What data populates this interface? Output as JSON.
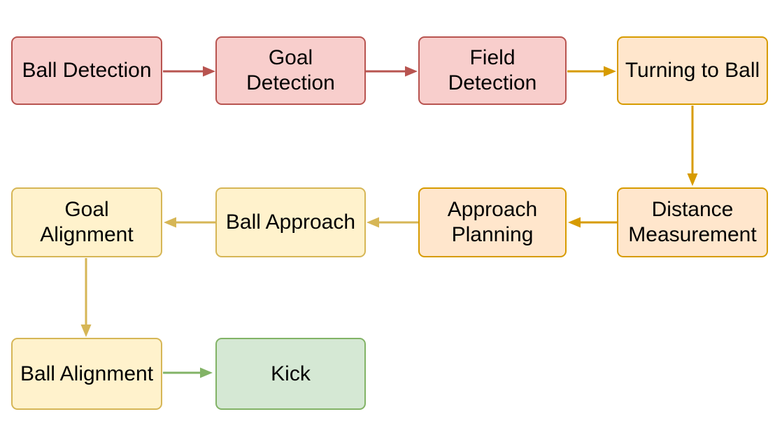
{
  "palette": {
    "red": {
      "fill": "#f8cecc",
      "stroke": "#b85450"
    },
    "orange": {
      "fill": "#ffe6cc",
      "stroke": "#d79b00"
    },
    "yellow": {
      "fill": "#fff2cc",
      "stroke": "#d6b656"
    },
    "green": {
      "fill": "#d5e8d4",
      "stroke": "#82b366"
    }
  },
  "nodes": {
    "ball_detection": {
      "label": "Ball Detection",
      "color": "red"
    },
    "goal_detection": {
      "label": "Goal\nDetection",
      "color": "red"
    },
    "field_detection": {
      "label": "Field\nDetection",
      "color": "red"
    },
    "turning_to_ball": {
      "label": "Turning to Ball",
      "color": "orange"
    },
    "distance_measurement": {
      "label": "Distance\nMeasurement",
      "color": "orange"
    },
    "approach_planning": {
      "label": "Approach\nPlanning",
      "color": "orange"
    },
    "ball_approach": {
      "label": "Ball Approach",
      "color": "yellow"
    },
    "goal_alignment": {
      "label": "Goal\nAlignment",
      "color": "yellow"
    },
    "ball_alignment": {
      "label": "Ball Alignment",
      "color": "yellow"
    },
    "kick": {
      "label": "Kick",
      "color": "green"
    }
  },
  "edges": [
    {
      "from": "ball_detection",
      "to": "goal_detection",
      "color": "red",
      "direction": "right"
    },
    {
      "from": "goal_detection",
      "to": "field_detection",
      "color": "red",
      "direction": "right"
    },
    {
      "from": "field_detection",
      "to": "turning_to_ball",
      "color": "orange",
      "direction": "right"
    },
    {
      "from": "turning_to_ball",
      "to": "distance_measurement",
      "color": "orange",
      "direction": "down"
    },
    {
      "from": "distance_measurement",
      "to": "approach_planning",
      "color": "orange",
      "direction": "left"
    },
    {
      "from": "approach_planning",
      "to": "ball_approach",
      "color": "yellow",
      "direction": "left"
    },
    {
      "from": "ball_approach",
      "to": "goal_alignment",
      "color": "yellow",
      "direction": "left"
    },
    {
      "from": "goal_alignment",
      "to": "ball_alignment",
      "color": "yellow",
      "direction": "down"
    },
    {
      "from": "ball_alignment",
      "to": "kick",
      "color": "green",
      "direction": "right"
    }
  ]
}
